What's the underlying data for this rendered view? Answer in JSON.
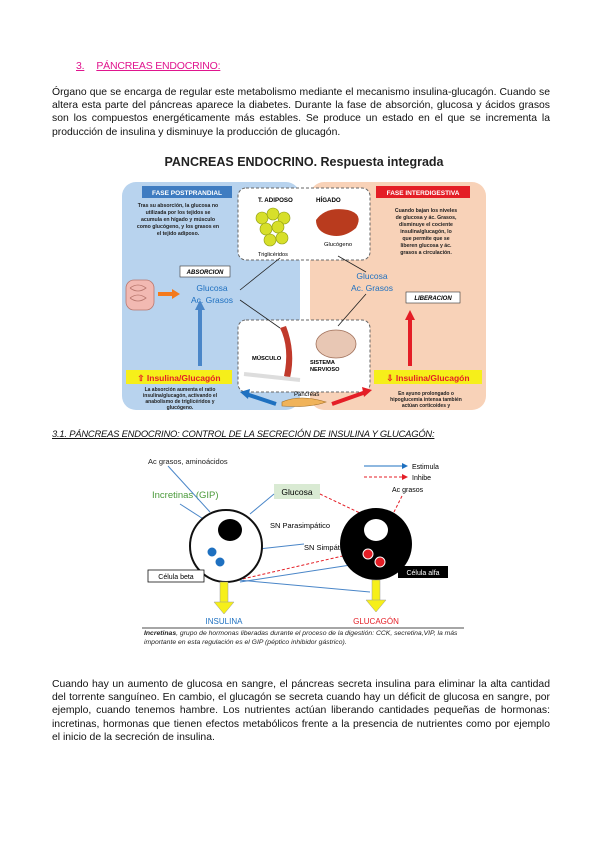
{
  "section": {
    "number": "3.",
    "title": "PÁNCREAS ENDOCRINO:"
  },
  "paragraph1": "Órgano que se encarga de regular este metabolismo mediante el mecanismo insulina-glucagón. Cuando se altera esta parte del páncreas aparece la diabetes. Durante la fase de absorción, glucosa y ácidos grasos son los compuestos energéticamente más estables. Se produce un estado en el que se incrementa la producción de insulina y disminuye la producción de glucagón.",
  "figure1": {
    "title": "PANCREAS ENDOCRINO. Respuesta integrada",
    "left_header": "FASE POSTPRANDIAL",
    "right_header": "FASE INTERDIGESTIVA",
    "left_text": [
      "Tras su absorción, la glucosa no",
      "utilizada por los tejidos se",
      "acumula en hígado y músculo",
      "como glucógeno, y los grasos en",
      "el tejido adiposo."
    ],
    "right_text": [
      "Cuando bajan los niveles",
      "de glucosa y ác. Grasos,",
      "disminuye el cociente",
      "insulina/glucagón, lo",
      "que permite que se",
      "liberen glucosa y ác.",
      "grasos a circulación."
    ],
    "tadiposo": "T. ADIPOSO",
    "higado": "HÍGADO",
    "trigliceridos": "Triglicéridos",
    "glucogeno": "Glucógeno",
    "absorcion": "ABSORCION",
    "liberacion": "LIBERACION",
    "glucosa_left": "Glucosa",
    "acgrasos_left": "Ac. Grasos",
    "glucosa_right": "Glucosa",
    "acgrasos_right": "Ac. Grasos",
    "musculo": "MÚSCULO",
    "sistema": "SISTEMA",
    "nervioso": "NERVIOSO",
    "pancreas": "Páncreas",
    "ratio_up": "⇧ Insulina/Glucagón",
    "ratio_down": "⇩ Insulina/Glucagón",
    "bottom_left": [
      "La absorción aumenta el ratio",
      "insulina/glucagón, activando el",
      "anabolismo de triglicéridos y",
      "glucógeno."
    ],
    "bottom_right": [
      "En ayuno prolongado o",
      "hipoglucemia intensa también",
      "actúan corticoides y"
    ]
  },
  "subsection_title": "3.1. PÁNCREAS ENDOCRINO: CONTROL DE LA SECRECIÓN DE INSULINA Y GLUCAGÓN:",
  "figure2": {
    "acgrasos_amino": "Ac grasos, aminoácidos",
    "legend_estimula": "Estimula",
    "legend_inhibe": "Inhibe",
    "acgrasos": "Ac grasos",
    "incretinas": "Incretinas (GIP)",
    "glucosa": "Glucosa",
    "sn_para": "SN Parasimpático",
    "sn_simp": "SN Simpático",
    "celula_beta": "Célula beta",
    "celula_alfa": "Célula alfa",
    "insulina": "INSULINA",
    "glucagon": "GLUCAGÓN",
    "caption_bold": "Incretinas",
    "caption_rest": ", grupo de hormonas liberadas durante el proceso de la digestión: CCK, secretina,VIP, la más importante en esta regulación es el GIP (péptico inhibidor gástrico)."
  },
  "paragraph2": "Cuando hay un aumento de glucosa en sangre, el páncreas secreta insulina para eliminar la alta cantidad del torrente sanguíneo. En cambio, el glucagón se secreta cuando hay un déficit de glucosa en sangre, por ejemplo, cuando tenemos hambre. Los nutrientes actúan liberando cantidades pequeñas de hormonas: incretinas, hormonas que tienen efectos metabólicos frente a la presencia de nutrientes como por ejemplo el inicio de la secreción de insulina.",
  "colors": {
    "accent": "#e0158e",
    "blue_panel": "#b8d3ee",
    "orange_panel": "#f8d2b8",
    "red": "#e41e26",
    "blue": "#1e70c0",
    "yellow": "#f6ef1a"
  }
}
